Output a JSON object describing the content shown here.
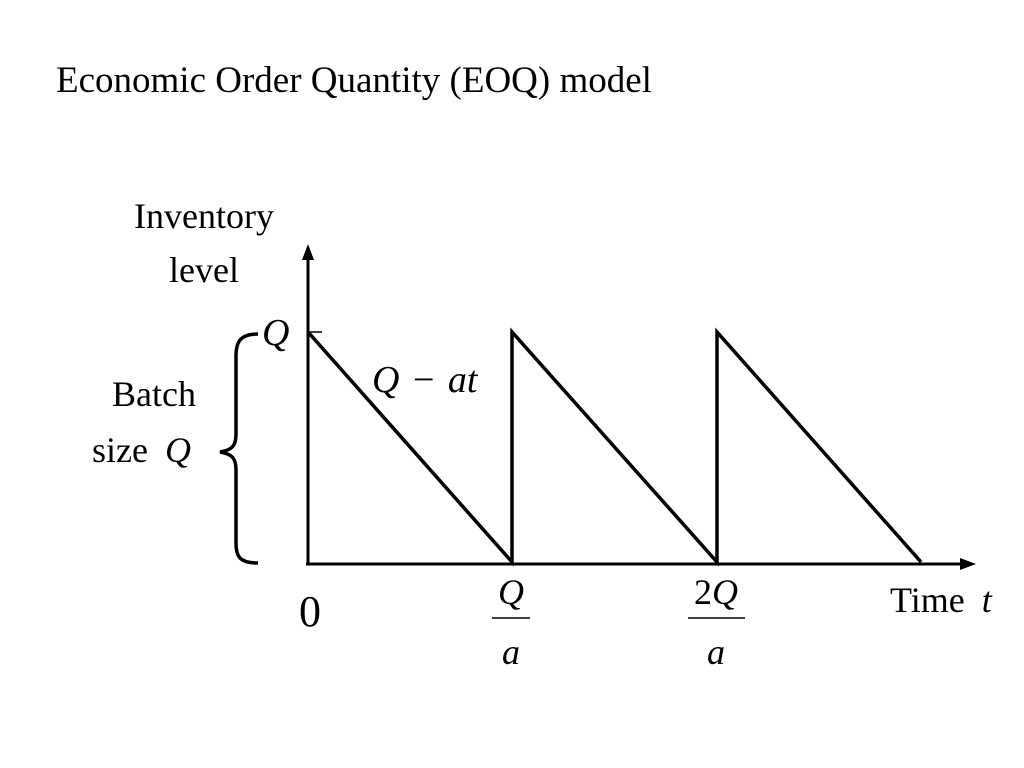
{
  "title": "Economic Order Quantity (EOQ) model",
  "diagram": {
    "y_axis_label": [
      "Inventory",
      "level"
    ],
    "x_axis_label": {
      "word": "Time",
      "symbol": "t"
    },
    "origin_label": "0",
    "q_tick_label": "Q",
    "line_label": {
      "q": "Q",
      "minus": "−",
      "at": "at"
    },
    "batch_label": {
      "line1": "Batch",
      "line2_word": "size",
      "line2_symbol": "Q"
    },
    "x_ticks": [
      {
        "numerator": "Q",
        "denominator": "a"
      },
      {
        "numerator_coef": "2",
        "numerator": "Q",
        "denominator": "a"
      }
    ],
    "line_color": "#000000"
  }
}
